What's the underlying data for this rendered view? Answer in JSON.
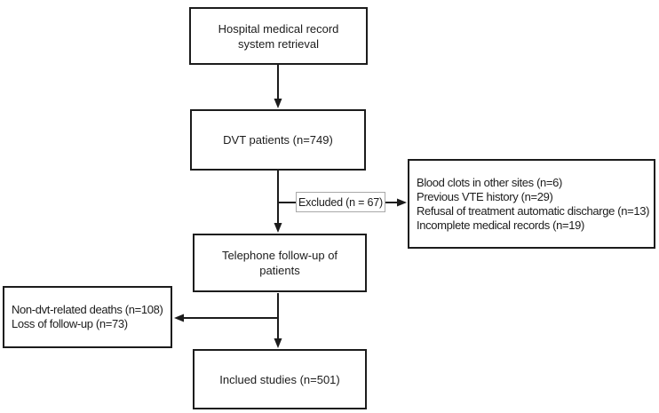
{
  "flowchart": {
    "nodes": {
      "retrieval": {
        "label": "Hospital medical record system retrieval"
      },
      "dvt_patients": {
        "label": "DVT patients (n=749)"
      },
      "excluded_connector": {
        "label": "Excluded  (n = 67)"
      },
      "exclusion_reasons": {
        "lines": [
          "Blood clots in other sites (n=6)",
          "Previous VTE history (n=29)",
          "Refusal of treatment automatic discharge (n=13)",
          "Incomplete medical records (n=19)"
        ]
      },
      "telephone_followup": {
        "label": "Telephone follow-up of patients"
      },
      "followup_losses": {
        "lines": [
          "Non-dvt-related deaths (n=108)",
          "Loss of follow-up (n=73)"
        ]
      },
      "included_studies": {
        "label": "Inclued studies (n=501)"
      }
    },
    "colors": {
      "box_border": "#1c1c1c",
      "arrow": "#1c1c1c",
      "connector_border": "#a9a9a9",
      "background": "#ffffff",
      "text": "#1c1c1c"
    }
  }
}
